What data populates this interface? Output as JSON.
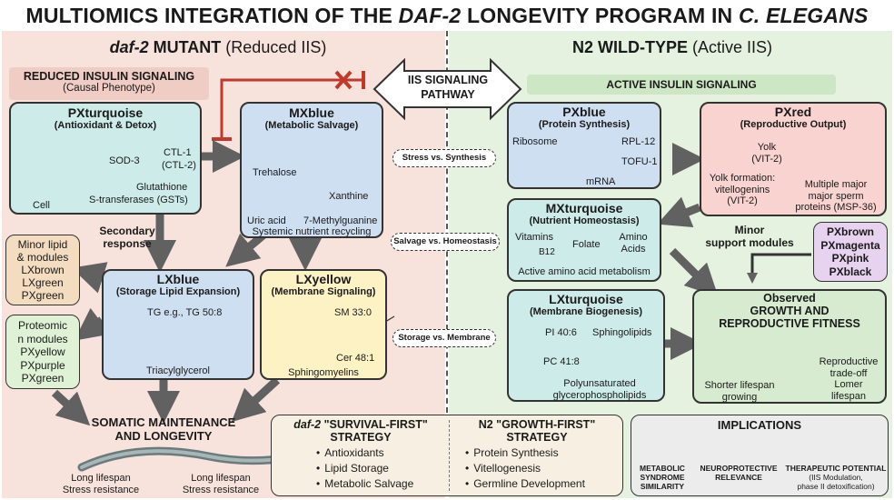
{
  "title": {
    "pre": "MULTIOMICS INTEGRATION OF THE ",
    "em1": "DAF-2",
    "mid": " LONGEVITY PROGRAM IN ",
    "em2": "C. ELEGANS"
  },
  "left_panel": {
    "head_em": "daf-2",
    "head_main": " MUTANT",
    "head_sub": " (Reduced IIS)",
    "banner_title": "REDUCED INSULIN SIGNALING",
    "banner_sub": "(Causal Phenotype)"
  },
  "right_panel": {
    "head_main": "N2 WILD-TYPE",
    "head_sub": " (Active IIS)",
    "banner": "ACTIVE INSULIN SIGNALING"
  },
  "center_arrow": {
    "line1": "IIS SIGNALING",
    "line2": "PATHWAY"
  },
  "pxturquoise": {
    "title": "PXturquoise",
    "subtitle": "(Antioxidant & Detox)",
    "cell": "Cell",
    "sod": "SOD-3",
    "ctl1": "CTL-1",
    "ctl2": "(CTL-2)",
    "glut": "Glutathione",
    "gst": "S-transferases (GSTs)"
  },
  "mxblue": {
    "title": "MXblue",
    "subtitle": "(Metabolic Salvage)",
    "trehalose": "Trehalose",
    "uric": "Uric acid",
    "xanthine": "Xanthine",
    "methylguanine": "7-Methylguanine",
    "footer": "Systemic nutrient recycling"
  },
  "secondary": {
    "line1": "Secondary",
    "line2": "response"
  },
  "minor_lipid": {
    "l1": "Minor lipid",
    "l2": "& modules",
    "l3": "LXbrown",
    "l4": "LXgreen",
    "l5": "PXgreen"
  },
  "proteomic": {
    "l1": "Proteomic",
    "l2": "n modules",
    "l3": "PXyellow",
    "l4": "PXpurple",
    "l5": "PXgreen"
  },
  "lxblue": {
    "title": "LXblue",
    "subtitle": "(Storage Lipid Expansion)",
    "tg": "TG e.g., TG 50:8",
    "footer": "Triacylglycerol"
  },
  "lxyellow": {
    "title": "LXyellow",
    "subtitle": "(Membrane Signaling)",
    "sm": "SM 33:0",
    "cer": "Cer 48:1",
    "footer": "Sphingomyelins"
  },
  "somatic": {
    "l1": "SOMATIC MAINTENANCE",
    "l2": "AND LONGEVITY",
    "left1": "Long lifespan",
    "left2": "Stress resistance",
    "right1": "Long lifespan",
    "right2": "Stress resistance"
  },
  "pills": {
    "p1": "Stress vs. Synthesis",
    "p2": "Salvage vs. Homeostasis",
    "p3": "Storage vs. Membrane"
  },
  "pxblue": {
    "title": "PXblue",
    "subtitle": "(Protein Synthesis)",
    "ribosome": "Ribosome",
    "rpl": "RPL-12",
    "tofu": "TOFU-1",
    "mrna": "mRNA"
  },
  "pxred": {
    "title": "PXred",
    "subtitle": "(Reproductive Output)",
    "yolk1": "Yolk",
    "yolk2": "(VIT-2)",
    "yf1": "Yolk formation:",
    "yf2": "vitellogenins",
    "yf3": "(VIT-2)",
    "mm1": "Multiple major",
    "mm2": "major sperm",
    "mm3": "proteins (MSP-36)"
  },
  "mxturquoise": {
    "title": "MXturquoise",
    "subtitle": "(Nutrient Homeostasis)",
    "vitamins": "Vitamins",
    "b12": "B12",
    "folate": "Folate",
    "amino1": "Amino",
    "amino2": "Acids",
    "footer": "Active amino acid metabolism"
  },
  "minor_support": {
    "l1": "Minor",
    "l2": "support modules"
  },
  "pxmodules": {
    "l1": "PXbrown",
    "l2": "PXmagenta",
    "l3": "PXpink",
    "l4": "PXblack"
  },
  "lxturquoise": {
    "title": "LXturquoise",
    "subtitle": "(Membrane Biogenesis)",
    "pi": "PI 40:6",
    "pc": "PC 41:8",
    "sphingo": "Sphingolipids",
    "poly1": "Polyunsaturated",
    "poly2": "glycerophospholipids"
  },
  "observed": {
    "l1": "Observed",
    "l2": "GROWTH AND",
    "l3": "REPRODUCTIVE FITNESS",
    "short1": "Shorter lifespan",
    "short2": "growing",
    "rep1": "Reproductive",
    "rep2": "trade-off",
    "rep3": "Lomer",
    "rep4": "lifespan"
  },
  "strategy": {
    "left_em": "daf-2",
    "left_t1": " \"SURVIVAL-FIRST\"",
    "left_t2": "STRATEGY",
    "left_items": [
      "Antioxidants",
      "Lipid Storage",
      "Metabolic Salvage"
    ],
    "right_t1": "N2 \"GROWTH-FIRST\"",
    "right_t2": "STRATEGY",
    "right_items": [
      "Protein Synthesis",
      "Vitellogenesis",
      "Germline Development"
    ]
  },
  "implications": {
    "title": "IMPLICATIONS",
    "i1a": "METABOLIC",
    "i1b": "SYNDROME",
    "i1c": "SIMILARITY",
    "i2a": "NEUROPROTECTIVE",
    "i2b": "RELEVANCE",
    "i3a": "THERAPEUTIC POTENTIAL",
    "i3b": "(IIS Modulation,",
    "i3c": "phase II detoxification)"
  },
  "colors": {
    "left_bg": "#f8e3dc",
    "right_bg": "#e4f2df",
    "turquoise": "#cdebe9",
    "blue": "#cfdff2",
    "yellow": "#fdf2c4",
    "red": "#f9d3d0",
    "purple": "#e7d2f0",
    "arrow": "#616161",
    "inhibit": "#c0392b"
  }
}
